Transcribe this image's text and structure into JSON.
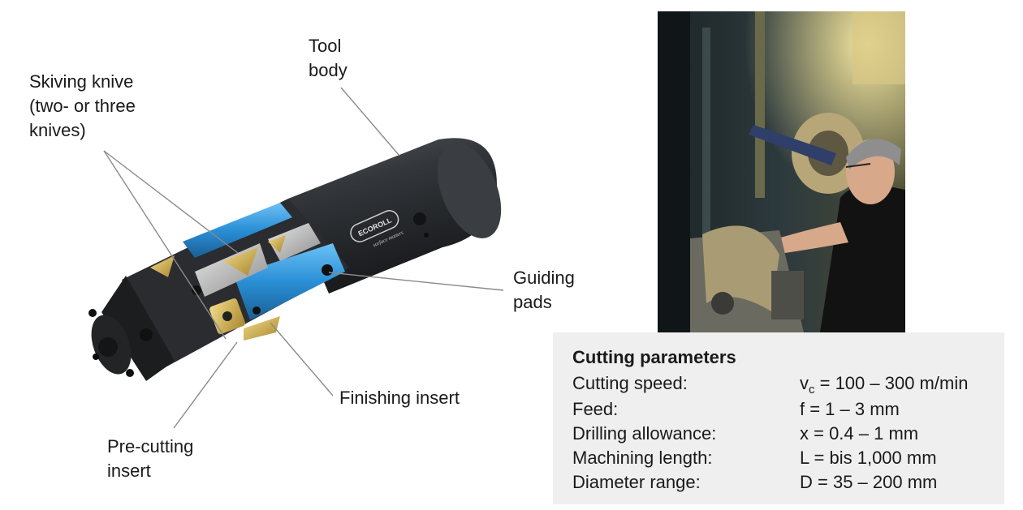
{
  "labels": {
    "tool_body": "Tool\nbody",
    "skiving_knive": "Skiving knive\n(two- or three\nknives)",
    "guiding_pads": "Guiding\npads",
    "finishing_insert": "Finishing insert",
    "pre_cutting_insert": "Pre-cutting\ninsert"
  },
  "logo": {
    "brand": "ECOROLL",
    "tagline": "surface matters"
  },
  "parameters": {
    "title": "Cutting parameters",
    "rows": [
      {
        "name": "Cutting speed:",
        "symbol": "v",
        "subscript": "c",
        "value": " = 100 – 300 m/min"
      },
      {
        "name": "Feed:",
        "value": "f = 1 – 3 mm"
      },
      {
        "name": "Drilling allowance:",
        "value": "x = 0.4 – 1 mm"
      },
      {
        "name": "Machining length:",
        "value": "L = bis 1,000 mm"
      },
      {
        "name": "Diameter range:",
        "value": "D = 35 – 200 mm"
      }
    ]
  },
  "colors": {
    "tool_body": "#2b2d30",
    "guiding_pad_blue": "#2a8fd6",
    "insert_gold": "#c9a646",
    "param_bg": "#efefef",
    "leader_line": "#8a8a8a"
  }
}
